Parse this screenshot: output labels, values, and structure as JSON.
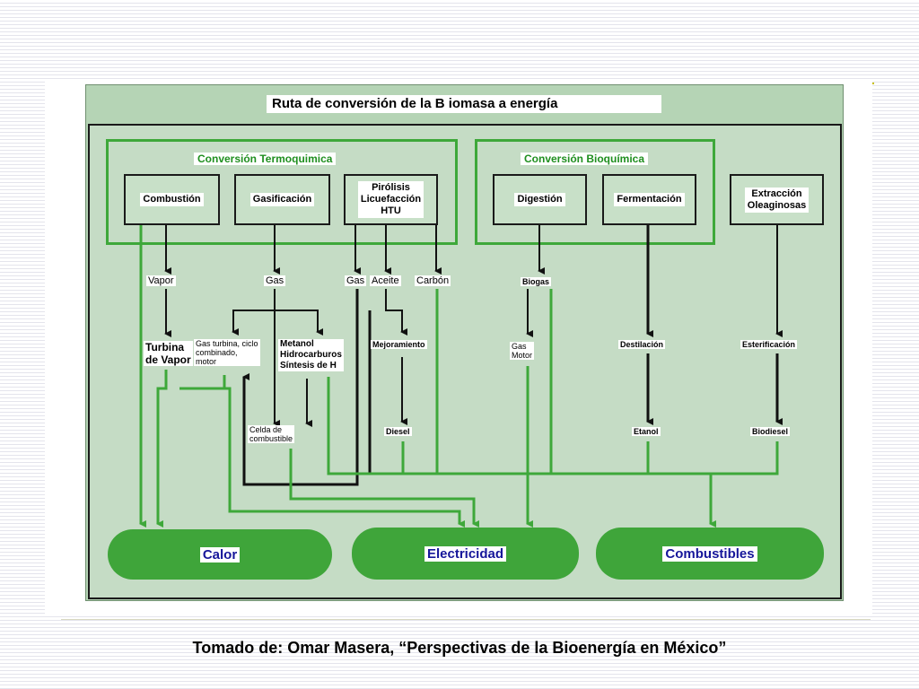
{
  "title": "Ruta de conversión de la B iomasa a energía",
  "groups": {
    "termo": "Conversión Termoquimica",
    "bio": "Conversión Bioquímica"
  },
  "processes": {
    "combustion": "Combustión",
    "gasificacion": "Gasificación",
    "pirolisis": "Pirólisis\nLicuefacción\nHTU",
    "digestion": "Digestión",
    "fermentacion": "Fermentación",
    "extraccion": "Extracción\nOleaginosas"
  },
  "labels": {
    "vapor": "Vapor",
    "gas1": "Gas",
    "gas2": "Gas",
    "aceite": "Aceite",
    "carbon": "Carbón",
    "biogas": "Biogas",
    "turbina": "Turbina\nde Vapor",
    "gas_turbina": "Gas turbina, ciclo\ncombinado,\nmotor",
    "metanol": "Metanol\nHidrocarburos\nSíntesis de H",
    "mejoramiento": "Mejoramiento",
    "gas_motor": "Gas\nMotor",
    "destilacion": "Destilación",
    "esterificacion": "Esterificación",
    "celda": "Celda de\ncombustible",
    "diesel": "Diesel",
    "etanol": "Etanol",
    "biodiesel": "Biodiesel"
  },
  "outputs": {
    "calor": "Calor",
    "electricidad": "Electricidad",
    "combustibles": "Combustibles"
  },
  "caption": "Tomado de: Omar Masera, “Perspectivas de la Bioenergía en México”",
  "colors": {
    "green": "#3ea83a",
    "output_text": "#16169a",
    "panel": "#c5dcc5",
    "black_flow": "#111111"
  }
}
